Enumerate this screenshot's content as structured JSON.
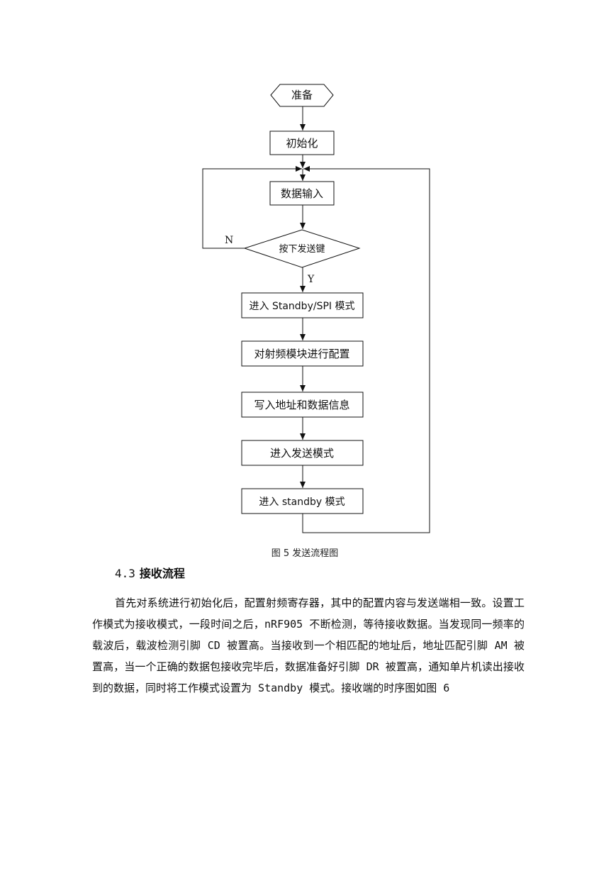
{
  "flowchart": {
    "start": "准备",
    "init": "初始化",
    "input": "数据输入",
    "decision": "按下发送键",
    "label_no": "N",
    "label_yes": "Y",
    "standby_spi": "进入 Standby/SPI 模式",
    "configure": "对射频模块进行配置",
    "write": "写入地址和数据信息",
    "send_mode": "进入发送模式",
    "standby": "进入 standby 模式"
  },
  "caption": "图 5  发送流程图",
  "section": {
    "number": "4.3",
    "title": "接收流程",
    "paragraph": "首先对系统进行初始化后，配置射频寄存器，其中的配置内容与发送端相一致。设置工作模式为接收模式，一段时间之后，nRF905 不断检测，等待接收数据。当发现同一频率的载波后，载波检测引脚 CD 被置高。当接收到一个相匹配的地址后，地址匹配引脚 AM 被置高，当一个正确的数据包接收完毕后，数据准备好引脚 DR 被置高，通知单片机读出接收到的数据，同时将工作模式设置为 Standby 模式。接收端的时序图如图 6"
  }
}
